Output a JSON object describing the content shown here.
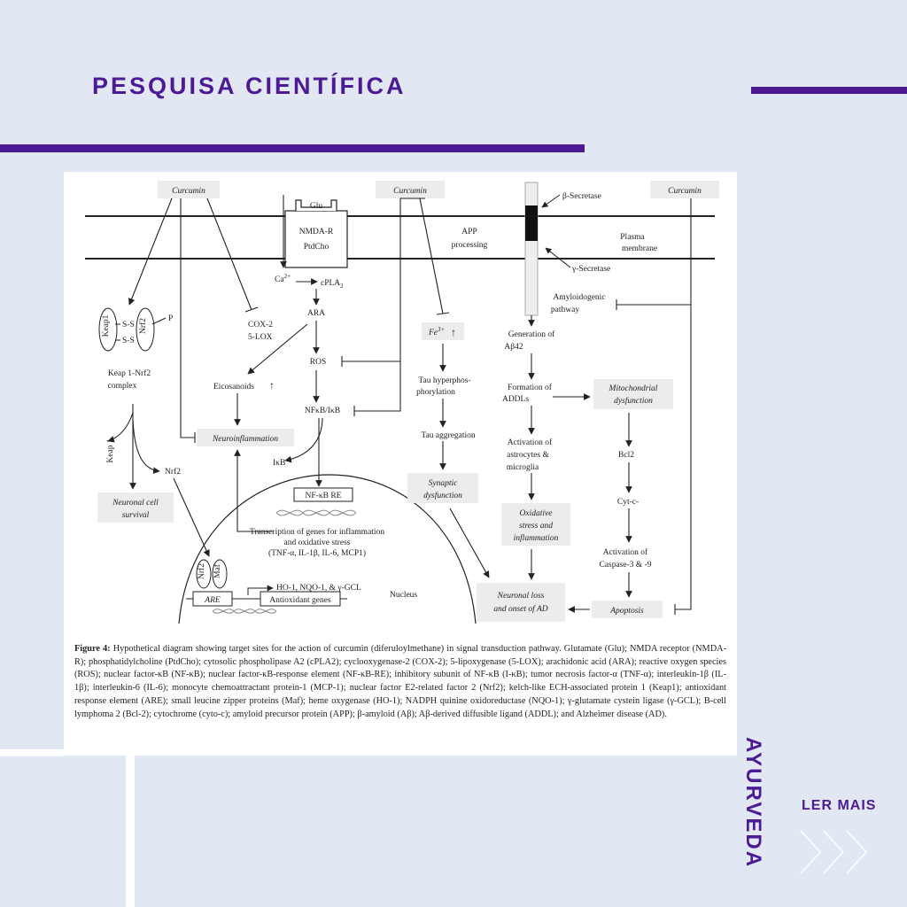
{
  "page": {
    "title": "PESQUISA CIENTÍFICA",
    "side_label": "AYURVEDA",
    "read_more": "LER MAIS",
    "colors": {
      "accent": "#4b1a94",
      "background": "#e2e7f4"
    }
  },
  "diagram": {
    "curcumin_1": "Curcumin",
    "curcumin_2": "Curcumin",
    "curcumin_3": "Curcumin",
    "glu": "Glu",
    "nmda_1": "NMDA-R",
    "nmda_2": "PtdCho",
    "app_1": "APP",
    "app_2": "processing",
    "beta_secretase": "β-Secretase",
    "gamma_secretase": "γ-Secretase",
    "plasma_1": "Plasma",
    "plasma_2": "membrane",
    "ca": "Ca",
    "ca_sup": "2+",
    "cpla2": "cPLA",
    "cpla2_sub": "2",
    "ara": "ARA",
    "cox2": "COX-2",
    "lox": "5-LOX",
    "keap1": "Keap1",
    "nrf2": "Nrf2",
    "ss": "S-S",
    "p": "P",
    "keap_complex_1": "Keap 1-Nrf2",
    "keap_complex_2": "complex",
    "ros": "ROS",
    "eicosanoids": "Eicosanoids",
    "nfkb_ikb": "NFκB/IκB",
    "neuroinflammation": "Neuroinflammation",
    "keap1_side": "Keap 1",
    "nrf2_free": "Nrf2",
    "ikb": "IκB",
    "neuronal_survival_1": "Neuronal cell",
    "neuronal_survival_2": "survival",
    "nfkb_re": "NF-κB RE",
    "transcription_1": "Transcription of genes for inflammation",
    "transcription_2": "and oxidative stress",
    "transcription_3": "(TNF-α, IL-1β, IL-6, MCP1)",
    "maf": "Maf",
    "ho1": "HO-1, NQO-1, & γ-GCL",
    "are": "ARE",
    "antioxidant": "Antioxidant genes",
    "nucleus": "Nucleus",
    "fe": "Fe",
    "fe_sup": "3+",
    "tau_hyper_1": "Tau hyperphos-",
    "tau_hyper_2": "phorylation",
    "tau_agg": "Tau aggregation",
    "synaptic_1": "Synaptic",
    "synaptic_2": "dysfunction",
    "amyloidogenic_1": "Amyloidogenic",
    "amyloidogenic_2": "pathway",
    "gen_abeta_1": "Generation of",
    "gen_abeta_2": "Aβ42",
    "addl_1": "Formation of",
    "addl_2": "ADDLs",
    "mito_1": "Mitochondrial",
    "mito_2": "dysfunction",
    "astro_1": "Activation of",
    "astro_2": "astrocytes &",
    "astro_3": "microglia",
    "bcl2": "Bcl2",
    "cytc": "Cyt-c-",
    "oxid_1": "Oxidative",
    "oxid_2": "stress and",
    "oxid_3": "inflammation",
    "casp_1": "Activation of",
    "casp_2": "Caspase-3 & -9",
    "loss_1": "Neuronal loss",
    "loss_2": "and onset of AD",
    "apoptosis": "Apoptosis",
    "up_arrow": "↑"
  },
  "caption": {
    "label": "Figure 4:",
    "text": "Hypothetical diagram showing target sites for the action of curcumin (diferuloylmethane) in signal transduction pathway. Glutamate (Glu); NMDA receptor (NMDA-R); phosphatidylcholine (PtdCho); cytosolic phospholipase A2 (cPLA2); cyclooxygenase-2 (COX-2); 5-lipoxygenase (5-LOX); arachidonic acid (ARA); reactive oxygen species (ROS); nuclear factor-κB (NF-κB); nuclear factor-κB-response element (NF-κB-RE); inhibitory subunit of NF-κB (I-κB); tumor necrosis factor-α (TNF-α); interleukin-1β (IL-1β); interleukin-6 (IL-6); monocyte chemoattractant protein-1 (MCP-1); nuclear factor E2-related factor 2 (Nrf2); kelch-like ECH-associated protein 1 (Keap1); antioxidant response element (ARE); small leucine zipper proteins (Maf); heme oxygenase (HO-1); NADPH quinine oxidoreductase (NQO-1); γ-glutamate cystein ligase (γ-GCL); B-cell lymphoma 2 (Bcl-2); cytochrome (cyto-c); amyloid precursor protein (APP); β-amyloid (Aβ); Aβ-derived diffusible ligand (ADDL); and Alzheimer disease (AD)."
  }
}
